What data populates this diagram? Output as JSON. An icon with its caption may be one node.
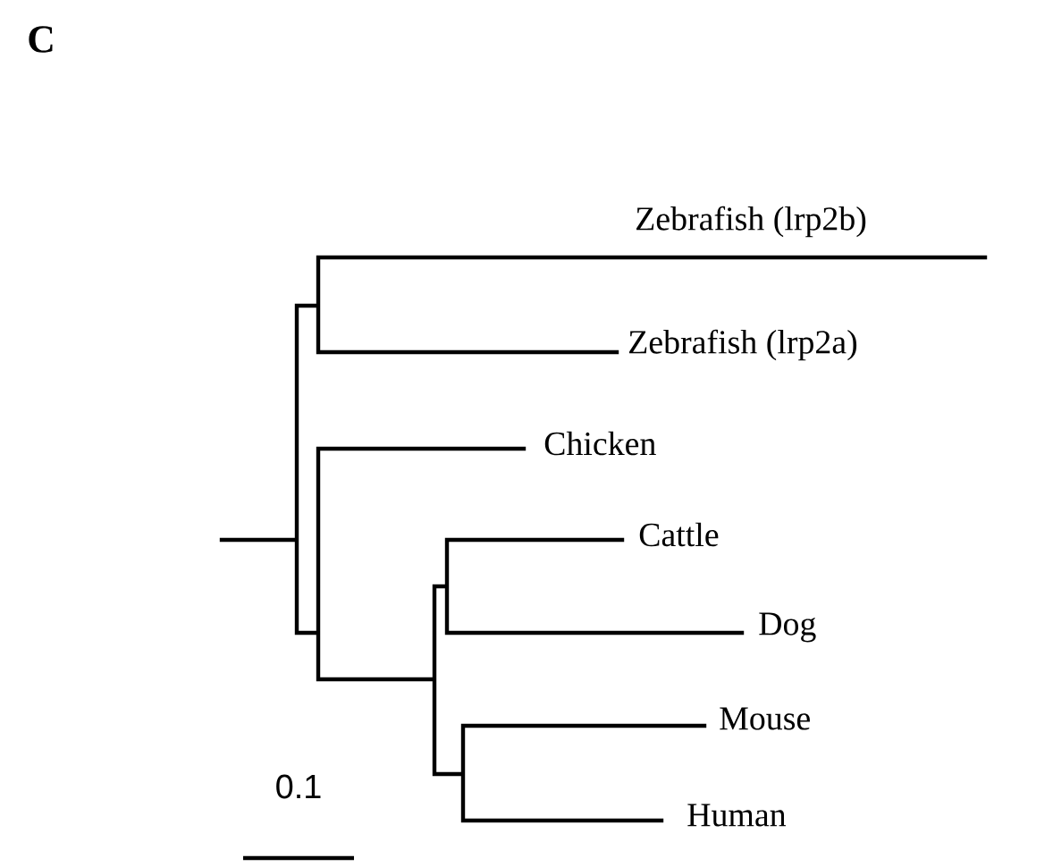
{
  "diagram": {
    "labels": [
      "C",
      "Zebrafish (lrp2b)",
      "Zebrafish (lrp2a)",
      "Chicken",
      "Cattle",
      "Dog",
      "Mouse",
      "Human",
      "0.1"
    ]
  }
}
